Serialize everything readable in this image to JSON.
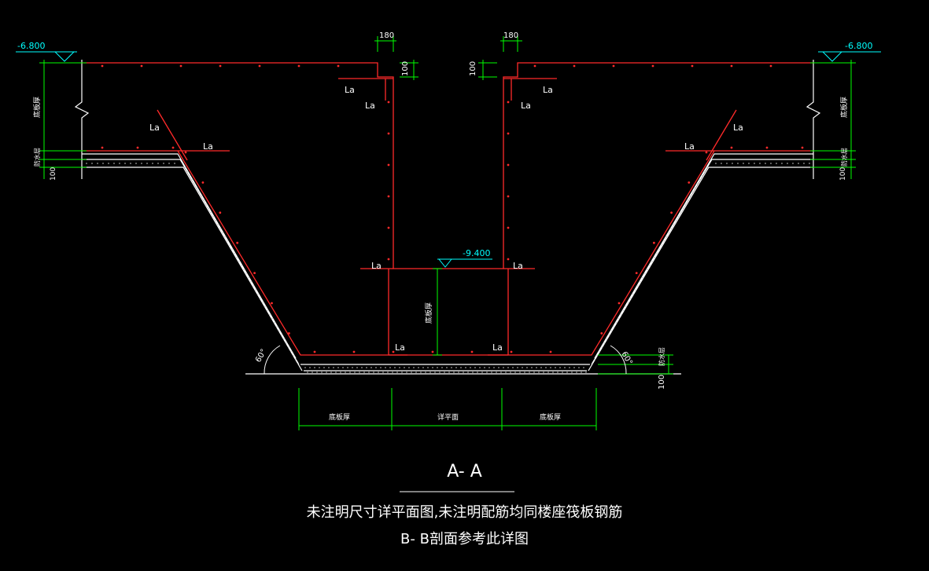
{
  "levels": {
    "left_top": "-6.800",
    "right_top": "-6.800",
    "pit_bottom": "-9.400"
  },
  "dims": {
    "step_width_left": "180",
    "step_width_right": "180",
    "step_height_left": "100",
    "step_height_right": "100",
    "side_100_left": "100",
    "side_100_right": "100",
    "bottom_100": "100"
  },
  "labels": {
    "la": "La",
    "slab_thickness": "底板厚",
    "cushion": "防水层",
    "detail_plan": "详平面",
    "angle_left": "60°",
    "angle_right": "60°"
  },
  "caption": {
    "section_title": "A- A",
    "note_line1": "未注明尺寸详平面图,未注明配筋均同楼座筏板钢筋",
    "note_line2": "B- B剖面参考此详图"
  },
  "colors": {
    "background": "#000000",
    "outline": "#ffffff",
    "rebar": "#ff2a2a",
    "dimension": "#00ff00",
    "elevation": "#00ffff",
    "concrete": "#cccccc"
  }
}
